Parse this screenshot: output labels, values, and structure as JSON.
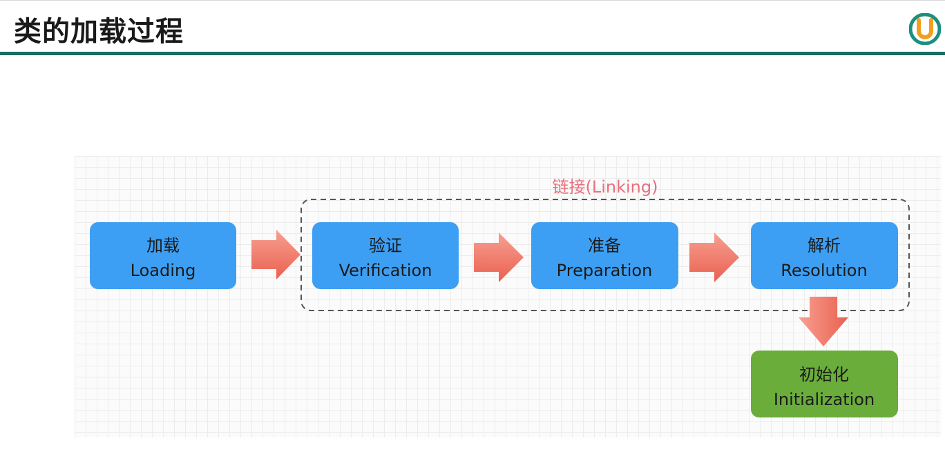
{
  "header": {
    "title": "类的加载过程"
  },
  "diagram": {
    "group_label": "链接(Linking)",
    "nodes": {
      "loading": {
        "cn": "加载",
        "en": "Loading"
      },
      "verification": {
        "cn": "验证",
        "en": "Verification"
      },
      "preparation": {
        "cn": "准备",
        "en": "Preparation"
      },
      "resolution": {
        "cn": "解析",
        "en": "Resolution"
      },
      "initialization": {
        "cn": "初始化",
        "en": "Initialization"
      }
    },
    "colors": {
      "stage_fill": "#3d9ff3",
      "init_fill": "#6aad3a",
      "arrow_fill": "#f1786a",
      "group_label": "#e8707c",
      "header_line": "#1b6b66"
    }
  }
}
